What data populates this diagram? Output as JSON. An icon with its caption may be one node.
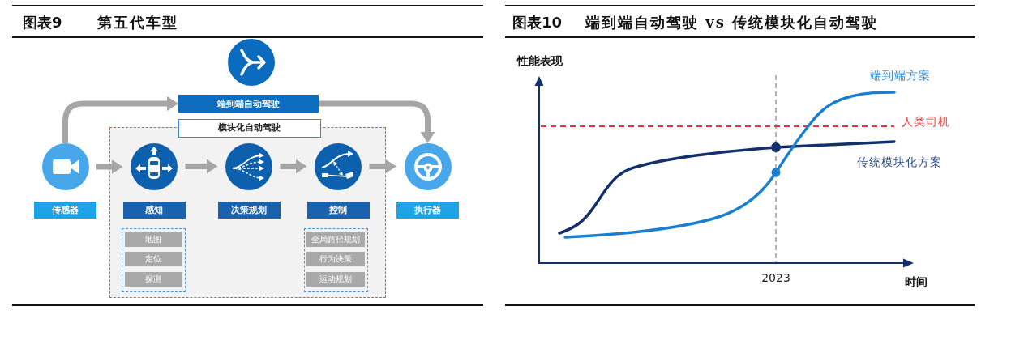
{
  "diagram": {
    "nodes": [
      {
        "text": [
          "端到端自动驾驶"
        ]
      },
      {
        "text": [
          "传感器"
        ]
      },
      {
        "text": [
          "模块化自动驾驶"
        ]
      },
      {
        "text": [
          "感知"
        ],
        "in": 2
      },
      {
        "text": [
          "决策规划"
        ],
        "in": 2
      },
      {
        "text": [
          "控制"
        ],
        "in": 2
      },
      {
        "text": [],
        "shape": "box",
        "in": 2
      },
      {
        "text": [
          "地图"
        ],
        "in": 6
      },
      {
        "text": [
          "定位"
        ],
        "in": 6
      },
      {
        "text": [
          "探测"
        ],
        "in": 6
      },
      {
        "text": [],
        "shape": "box",
        "in": 2
      },
      {
        "text": [
          "全局路径规划"
        ],
        "in": 10
      },
      {
        "text": [
          "行为决策"
        ],
        "in": 10
      },
      {
        "text": [
          "运动规划"
        ],
        "in": 10
      },
      {
        "text": [
          "执行器"
        ]
      }
    ],
    "edges": [
      {
        "from": 1,
        "to": 0,
        "arrow": "to"
      },
      {
        "from": 0,
        "to": 14,
        "arrow": "to"
      },
      {
        "from": 1,
        "to": 3,
        "arrow": "to"
      },
      {
        "from": 3,
        "to": 4,
        "arrow": "to"
      },
      {
        "from": 4,
        "to": 5,
        "arrow": "to"
      },
      {
        "from": 5,
        "to": 14,
        "arrow": "to"
      }
    ],
    "labels": [
      "图表9",
      "第五代车型",
      "图表10",
      "端到端自动驾驶 vs 传统模块化自动驾驶",
      "性能表现",
      "端到端方案",
      "人类司机",
      "传统模块化方案",
      "2023",
      "时间"
    ]
  }
}
